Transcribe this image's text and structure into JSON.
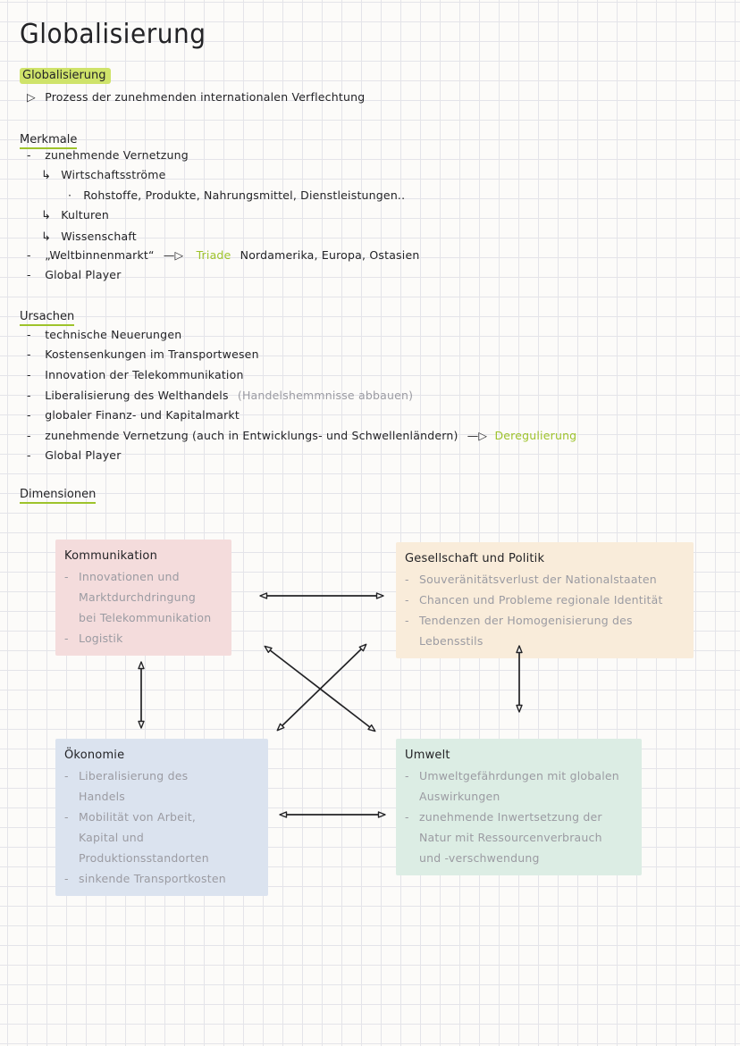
{
  "colors": {
    "ink": "#232326",
    "accent": "#9ec32b",
    "highlight": "#cfe36a",
    "gray": "#9b9ba2",
    "pink": "#f4dcdc",
    "peach": "#f9ecda",
    "blue": "#dbe3ef",
    "green": "#dcede4",
    "grid": "#e4e4e9",
    "paper": "#fcfbf9"
  },
  "glyphs": {
    "dash": "-",
    "sub_arrow": "↳",
    "dot": "·",
    "def_bullet": "▷",
    "link_arrow": "—▷"
  },
  "title": "Globalisierung",
  "definition": {
    "term": "Globalisierung",
    "text": "Prozess der zunehmenden internationalen Verflechtung"
  },
  "merkmale": {
    "heading": "Merkmale",
    "items": [
      {
        "text": "zunehmende Vernetzung"
      },
      {
        "text": "Wirtschaftsströme"
      },
      {
        "text": "Rohstoffe, Produkte, Nahrungsmittel, Dienstleistungen.."
      },
      {
        "text": "Kulturen"
      },
      {
        "text": "Wissenschaft"
      },
      {
        "text": "„Weltbinnenmarkt“",
        "highlight_word": "Triade",
        "tail": "Nordamerika, Europa, Ostasien"
      },
      {
        "text": "Global Player"
      }
    ]
  },
  "ursachen": {
    "heading": "Ursachen",
    "items": [
      {
        "text": "technische Neuerungen"
      },
      {
        "text": "Kostensenkungen im Transportwesen"
      },
      {
        "text": "Innovation der Telekommunikation"
      },
      {
        "text": "Liberalisierung des Welthandels",
        "note": "(Handelshemmnisse abbauen)"
      },
      {
        "text": "globaler Finanz- und Kapitalmarkt"
      },
      {
        "text": "zunehmende Vernetzung (auch in Entwicklungs- und Schwellenländern)",
        "highlight_word": "Deregulierung"
      },
      {
        "text": "Global Player"
      }
    ]
  },
  "dimensionen": {
    "heading": "Dimensionen",
    "boxes": {
      "kommunikation": {
        "title": "Kommunikation",
        "items": [
          {
            "lines": [
              "Innovationen und",
              "Marktdurchdringung",
              "bei Telekommunikation"
            ]
          },
          {
            "lines": [
              "Logistik"
            ]
          }
        ]
      },
      "gesellschaft": {
        "title": "Gesellschaft und Politik",
        "items": [
          {
            "lines": [
              "Souveränitätsverlust der Nationalstaaten"
            ]
          },
          {
            "lines": [
              "Chancen und Probleme regionale Identität"
            ]
          },
          {
            "lines": [
              "Tendenzen der Homogenisierung des Lebensstils"
            ]
          }
        ]
      },
      "oekonomie": {
        "title": "Ökonomie",
        "items": [
          {
            "lines": [
              "Liberalisierung des",
              "Handels"
            ]
          },
          {
            "lines": [
              "Mobilität von Arbeit,",
              "Kapital und",
              "Produktionsstandorten"
            ]
          },
          {
            "lines": [
              "sinkende Transportkosten"
            ]
          }
        ]
      },
      "umwelt": {
        "title": "Umwelt",
        "items": [
          {
            "lines": [
              "Umweltgefährdungen mit globalen",
              "Auswirkungen"
            ]
          },
          {
            "lines": [
              "zunehmende Inwertsetzung der",
              "Natur mit Ressourcenverbrauch",
              "und -verschwendung"
            ]
          }
        ]
      }
    }
  }
}
